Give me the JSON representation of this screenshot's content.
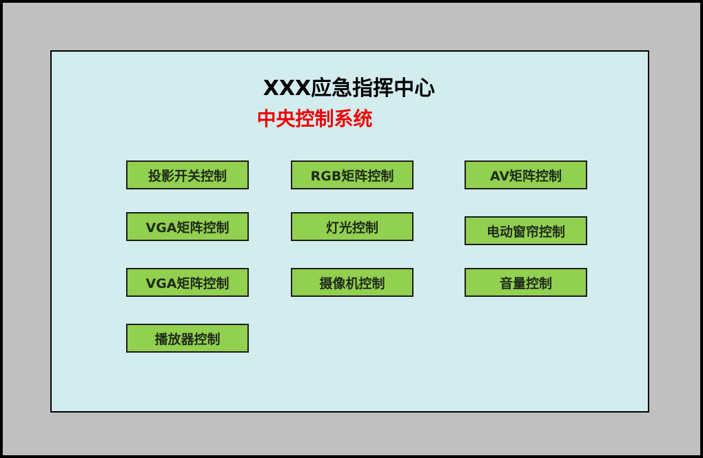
{
  "header": {
    "title": "XXX应急指挥中心",
    "subtitle": "中央控制系统"
  },
  "buttons": [
    "投影开关控制",
    "RGB矩阵控制",
    "AV矩阵控制",
    "VGA矩阵控制",
    "灯光控制",
    "电动窗帘控制",
    "VGA矩阵控制",
    "摄像机控制",
    "音量控制",
    "播放器控制"
  ],
  "colors": {
    "button": "#92d050",
    "panel": "#d3edef",
    "subtitle": "#f00000",
    "frame": "#c0c0c0"
  }
}
